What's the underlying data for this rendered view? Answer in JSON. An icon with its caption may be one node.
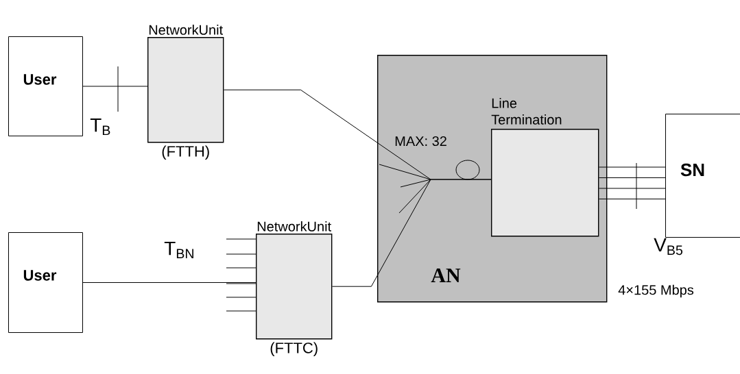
{
  "diagram": {
    "nodes": [
      {
        "text": [
          "User"
        ]
      },
      {
        "text": [
          "NetworkUnit"
        ],
        "beside": [
          "(FTTH)"
        ]
      },
      {
        "text": [
          "User"
        ]
      },
      {
        "text": [
          "NetworkUnit"
        ],
        "beside": [
          "(FTTC)"
        ]
      },
      {
        "text": [
          "AN"
        ]
      },
      {
        "text": [
          "Line Termination"
        ],
        "in": 4
      },
      {
        "text": [
          "SN"
        ]
      }
    ],
    "edges": [
      {
        "from": 0,
        "to": 1,
        "arrow": "none"
      },
      {
        "from": 1,
        "to": 5,
        "arrow": "none"
      },
      {
        "from": 2,
        "to": 3,
        "arrow": "none"
      },
      {
        "from": 3,
        "to": 5,
        "arrow": "none"
      },
      {
        "from": 5,
        "to": 6,
        "arrow": "none"
      },
      {
        "from": 5,
        "to": 6,
        "arrow": "none"
      },
      {
        "from": 5,
        "to": 6,
        "arrow": "none"
      },
      {
        "from": 5,
        "to": 6,
        "arrow": "none"
      }
    ],
    "labels": [
      "T$_{B}$",
      "MAX: 32",
      "T$_{BN}$",
      "V$_{B5}$",
      "4×155 Mbps"
    ]
  }
}
